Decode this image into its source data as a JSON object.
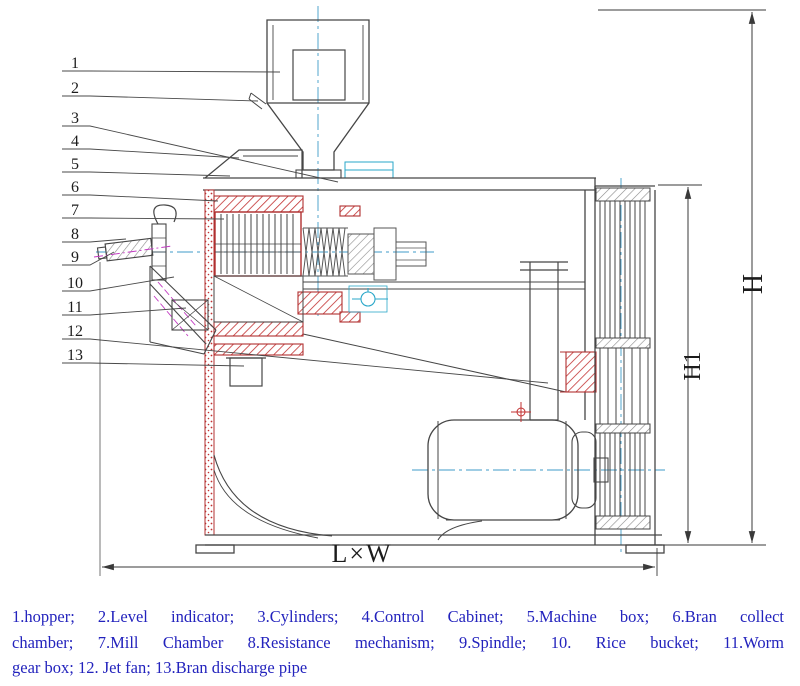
{
  "drawing_title": "rice-mill-structure-diagram",
  "callouts": [
    {
      "num": "1",
      "label": "hopper"
    },
    {
      "num": "2",
      "label": "Level indicator"
    },
    {
      "num": "3",
      "label": "Cylinders"
    },
    {
      "num": "4",
      "label": "Control Cabinet"
    },
    {
      "num": "5",
      "label": "Machine box"
    },
    {
      "num": "6",
      "label": "Bran collect chamber"
    },
    {
      "num": "7",
      "label": "Mill Chamber"
    },
    {
      "num": "8",
      "label": "Resistance mechanism"
    },
    {
      "num": "9",
      "label": "Spindle"
    },
    {
      "num": "10",
      "label": "Rice bucket"
    },
    {
      "num": "11",
      "label": "Worm gear box"
    },
    {
      "num": "12",
      "label": "Jet fan"
    },
    {
      "num": "13",
      "label": "Bran discharge pipe"
    }
  ],
  "dimensions": {
    "h": "H",
    "h1": "H1",
    "lw": "L×W"
  },
  "caption": {
    "line1": "1.hopper; 2.Level indicator; 3.Cylinders; 4.Control Cabinet; 5.Machine box; 6.Bran collect",
    "line2": "chamber; 7.Mill Chamber 8.Resistance mechanism; 9.Spindle; 10. Rice bucket; 11.Worm",
    "line3": "gear box; 12. Jet fan; 13.Bran discharge pipe"
  },
  "colors": {
    "line": "#464646",
    "hatch_red": "#c23030",
    "centerline_blue": "#3f9bc9",
    "detail_cyan": "#2aa7c9",
    "detail_magenta": "#c23ac2",
    "caption_blue": "#2323bd"
  }
}
